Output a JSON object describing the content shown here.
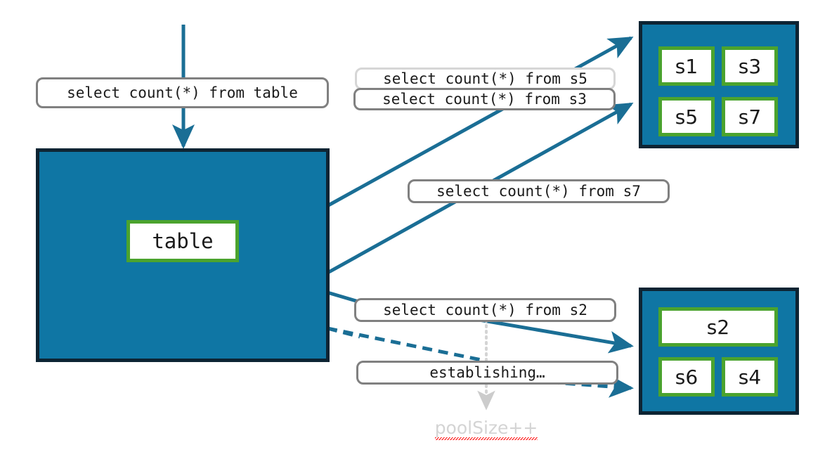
{
  "diagram": {
    "colors": {
      "pool_fill": "#0f76a4",
      "pool_border": "#0d2433",
      "node_border": "#4ba32e",
      "arrow": "#1a6e95",
      "pill_border": "#808080",
      "pill_border_faded": "#d6d6d6",
      "annotation_text": "#d4d4d4",
      "spellcheck_underline": "#ff2b2b"
    },
    "table_region": {
      "name": "table-region",
      "node": {
        "label": "table"
      }
    },
    "pools": [
      {
        "name": "server-pool-top",
        "nodes": [
          {
            "label": "s1"
          },
          {
            "label": "s3"
          },
          {
            "label": "s5"
          },
          {
            "label": "s7"
          }
        ]
      },
      {
        "name": "server-pool-bottom",
        "nodes": [
          {
            "label": "s2"
          },
          {
            "label": "s6"
          },
          {
            "label": "s4"
          }
        ]
      }
    ],
    "queries": {
      "root": "select count(*) from table",
      "s5": "select count(*) from s5",
      "s3": "select count(*) from s3",
      "s7": "select count(*) from s7",
      "s2": "select count(*) from s2"
    },
    "status": {
      "establishing": "establishing…",
      "pool_size": "poolSize++"
    }
  }
}
